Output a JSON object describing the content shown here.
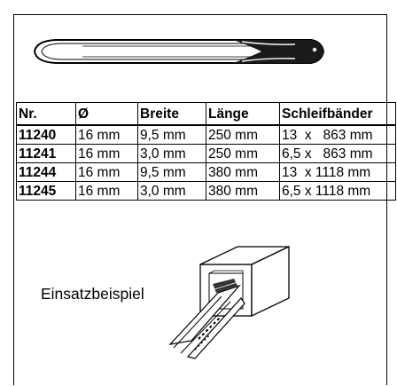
{
  "table": {
    "headers": [
      "Nr.",
      "Ø",
      "Breite",
      "Länge",
      "Schleifbänder"
    ],
    "rows": [
      [
        "11240",
        "16 mm",
        "9,5 mm",
        "250 mm",
        "13  x   863 mm"
      ],
      [
        "11241",
        "16 mm",
        "3,0 mm",
        "250 mm",
        "6,5 x   863 mm"
      ],
      [
        "11244",
        "16 mm",
        "9,5 mm",
        "380 mm",
        "13  x 1118 mm"
      ],
      [
        "11245",
        "16 mm",
        "3,0 mm",
        "380 mm",
        "6,5 x 1118 mm"
      ]
    ]
  },
  "example": {
    "caption": "Einsatzbeispiel"
  }
}
